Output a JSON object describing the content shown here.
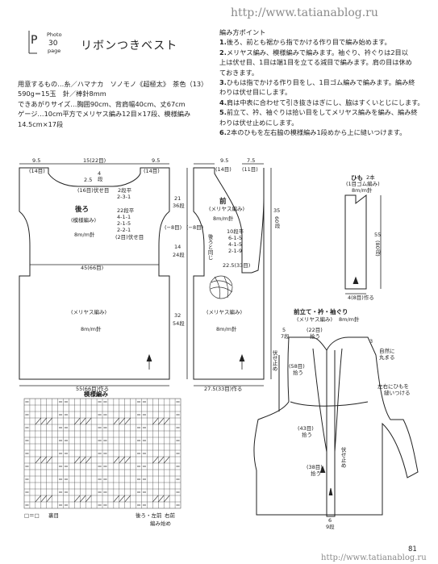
{
  "watermark_top": "http://www.tatianablog.ru",
  "watermark_bottom": "http://www.tatianablog.ru",
  "page_number": "81",
  "header": {
    "photo_label": "Photo",
    "photo_page_num": "30",
    "photo_page_word": "page",
    "title": "リボンつきベスト"
  },
  "materials": [
    "用意するもの…糸／ハマナカ　ソノモノ《超極太》　茶色（13）",
    "590g＝15玉　針／棒針8mm",
    "できあがりサイズ…胸囲90cm、背肩幅40cm、丈67cm",
    "ゲージ…10cm平方でメリヤス編み12目×17段、模様編み",
    "14.5cm×17段"
  ],
  "points": {
    "heading": "編み方ポイント",
    "steps": [
      {
        "num": "1.",
        "lines": [
          "後ろ、前とも裾から指でかける作り目で編み始めます。"
        ]
      },
      {
        "num": "2.",
        "lines": [
          "メリヤス編み、模様編みで編みます。袖ぐり、衿ぐりは2目以",
          "上は伏せ目、1目は端1目を立てる減目で編みます。肩の目は休め",
          "ておきます。"
        ]
      },
      {
        "num": "3.",
        "lines": [
          "ひもは指でかける作り目をし、1目ゴム編みで編みます。編み終",
          "わりは伏せ目にします。"
        ]
      },
      {
        "num": "4.",
        "lines": [
          "肩は中表に合わせて引き抜きはぎにし、脇はすくいとじにします。"
        ]
      },
      {
        "num": "5.",
        "lines": [
          "前立て、衿、袖ぐりは拾い目をしてメリヤス編みを編み、編み終",
          "わりは伏せ止めにします。"
        ]
      },
      {
        "num": "6.",
        "lines": [
          "2本のひもを左右脇の模様編み1段めから上に縫いつけます。"
        ]
      }
    ]
  },
  "back": {
    "top_dims": [
      "9.5",
      "15(22目)",
      "9.5"
    ],
    "top_sts": [
      "(14目)",
      "(14目)"
    ],
    "neck_2_5": "2.5",
    "neck_4": "4",
    "neck_rows": "段",
    "neck_bind": "(16目)伏せ目",
    "title": "後ろ",
    "pattern": "(模様編み)",
    "needle": "8m/m針",
    "dec_2": "2段平",
    "dec_231": "2-3-1",
    "dec_22": "22段平",
    "dec_411": "4-1-1",
    "dec_215": "2-1-5",
    "dec_221": "2-2-1",
    "dec_bind": "(2目)伏せ目",
    "dec_minus8": "(−8目)",
    "width_45": "45(66目)",
    "side_21": "21",
    "side_36": "36段",
    "side_14": "14",
    "side_24": "24段",
    "lower_pattern": "(メリヤス編み)",
    "lower_needle": "8m/m針",
    "side_32": "32",
    "side_54": "54段",
    "cast_on": "55(66目)作る"
  },
  "front": {
    "top_dims": [
      "9.5",
      "7.5"
    ],
    "top_sts": [
      "(14目)",
      "(11目)"
    ],
    "title": "前",
    "pattern": "(メリヤス編み)",
    "needle": "8m/m針",
    "dec_10": "10段平",
    "dec_615": "6-1-5",
    "dec_415": "4-1-5",
    "dec_219": "2-1-9",
    "dec_22_5": "22.5(33目)",
    "left_minus8": "(−8目)",
    "left_note": "後ろと同じ",
    "side_35": "35",
    "side_60": "60段",
    "lower_pattern": "(メリヤス編み)",
    "lower_needle": "8m/m針",
    "cast_on": "27.5(33目)作る"
  },
  "tie": {
    "title": "ひも",
    "count": "2本",
    "pattern": "(1目ゴム編み)",
    "needle": "8m/m針",
    "len": "55",
    "rows": "(80段)",
    "cast_on": "4(8目)作る"
  },
  "finishing": {
    "title": "前立て・衿・袖ぐり",
    "pattern": "(メリヤス編み)",
    "needle": "8m/m針",
    "d5": "5",
    "d7": "7段",
    "d22": "(22目)",
    "pick": "拾う",
    "d3": "3",
    "natural": "自然に",
    "roll": "丸まる",
    "bind1": "伏せ止め",
    "d58": "(58目)",
    "pick2": "拾う",
    "sew_ties": "左右にひもを",
    "sew_ties2": "縫いつける",
    "d43": "(43目)",
    "pick3": "拾う",
    "bind2": "伏せ止め",
    "d38": "(38目)",
    "pick4": "拾う",
    "d6": "6",
    "d9": "9段"
  },
  "chart": {
    "title": "模様編み",
    "legend_box": "□＝□",
    "legend_text": "裏目",
    "bottom_left": "後ろ・左前",
    "bottom_right": "右前",
    "start": "編み始め"
  }
}
